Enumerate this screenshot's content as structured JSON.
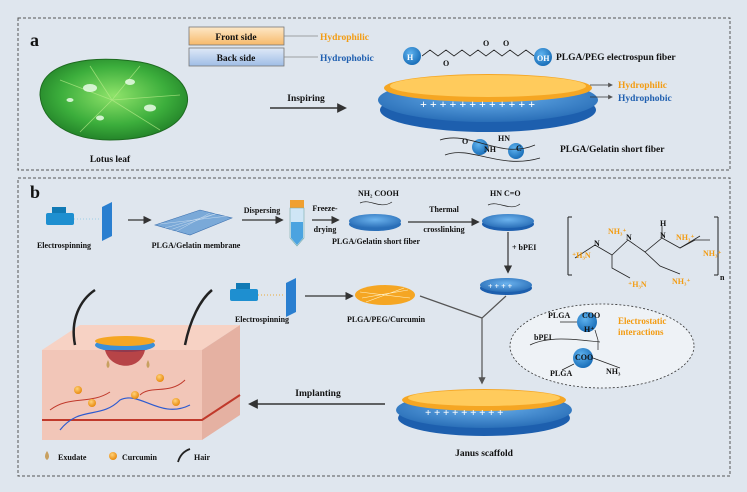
{
  "panel_a": {
    "letter": "a",
    "front_side": "Front side",
    "back_side": "Back side",
    "hydrophilic": "Hydrophilic",
    "hydrophobic": "Hydrophobic",
    "inspiring": "Inspiring",
    "lotus_leaf": "Lotus leaf",
    "plga_peg_fiber": "PLGA/PEG electrospun fiber",
    "plga_gelatin_short": "PLGA/Gelatin short fiber",
    "hydrophilic_right": "Hydrophilic",
    "hydrophobic_right": "Hydrophobic",
    "chem_h": "H",
    "chem_oh": "OH",
    "chem_o": "O",
    "chem_nh": "NH",
    "chem_hn": "HN",
    "chem_c": "C"
  },
  "panel_b": {
    "letter": "b",
    "electrospinning_1": "Electrospinning",
    "plga_gelatin_membrane": "PLGA/Gelatin membrane",
    "dispersing": "Dispersing",
    "freeze_drying_1": "Freeze-",
    "freeze_drying_2": "drying",
    "plga_gelatin_short_fiber": "PLGA/Gelatin short fiber",
    "nh2_cooh": "NH₂ COOH",
    "thermal_1": "Thermal",
    "thermal_2": "crosslinking",
    "hn_co": "HN  C=O",
    "bpei_add": "+ bPEI",
    "electrospinning_2": "Electrospinning",
    "plga_peg_curcumin": "PLGA/PEG/Curcumin",
    "electrostatic_1": "Electrostatic",
    "electrostatic_2": "interactions",
    "plga_top": "PLGA",
    "plga_bottom": "PLGA",
    "bpei_label": "bPEI",
    "cooh_top": "COO",
    "cooh_bottom": "COO",
    "nh3": "NH₃",
    "hplus": "H⁺",
    "janus_scaffold": "Janus scaffold",
    "implanting": "Implanting",
    "legend_exudate": "Exudate",
    "legend_curcumin": "Curcumin",
    "legend_hair": "Hair",
    "bpei_nh3_1": "NH₃⁺",
    "bpei_h3n_1": "⁺H₃N",
    "bpei_h": "H",
    "bpei_n": "N",
    "bpei_n_sub": "n"
  },
  "colors": {
    "hydrophilic": "#f39c12",
    "hydrophobic": "#1f5fb0",
    "lotus_green": "#3cae3c",
    "scaffold_blue": "#3b8fd8",
    "scaffold_orange": "#f5a623",
    "skin_pink": "#f2c6b8"
  }
}
